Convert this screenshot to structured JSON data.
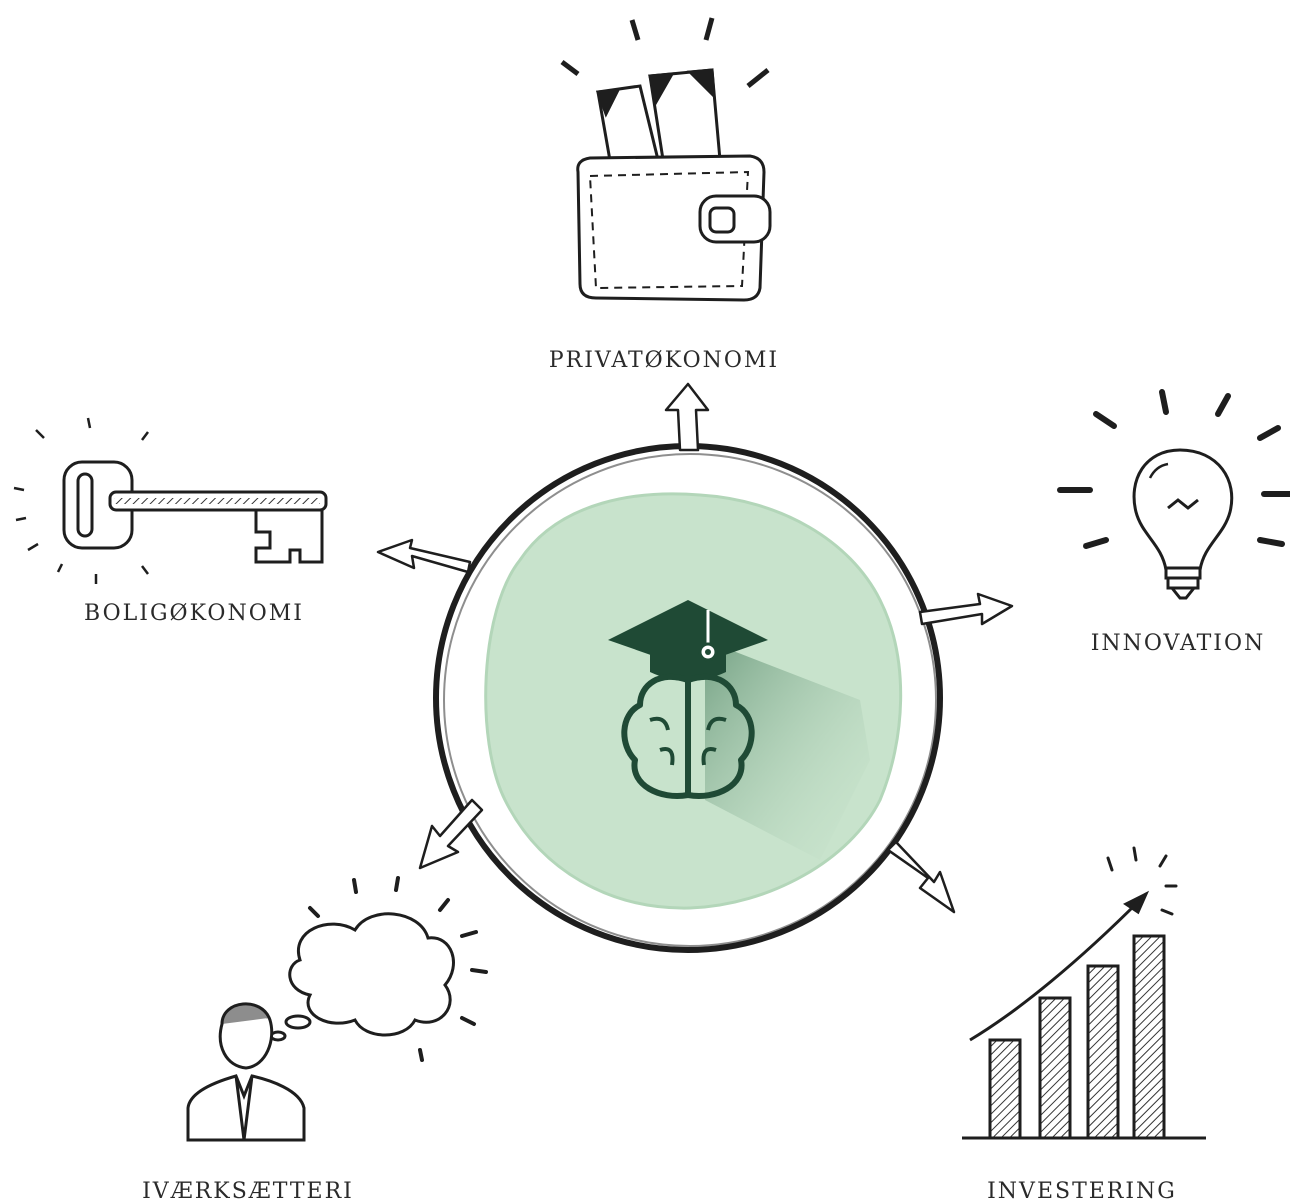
{
  "topics": {
    "privatokonomi": "PRIVATØKONOMI",
    "boligokonomi": "BOLIGØKONOMI",
    "innovation": "INNOVATION",
    "ivaerksaetteri": "IVÆRKSÆTTERI",
    "investering": "INVESTERING"
  },
  "icons": {
    "center": "graduation-cap-brain-icon",
    "privatokonomi": "wallet-icon",
    "boligokonomi": "key-icon",
    "innovation": "lightbulb-icon",
    "ivaerksaetteri": "thinking-person-icon",
    "investering": "growth-chart-icon"
  },
  "colors": {
    "ink": "#1e1e1e",
    "center_fill": "#c8e3cc",
    "brain_green": "#1f4a35",
    "cap_green": "#1f4a35",
    "shadow_green": "#6fa07c"
  }
}
